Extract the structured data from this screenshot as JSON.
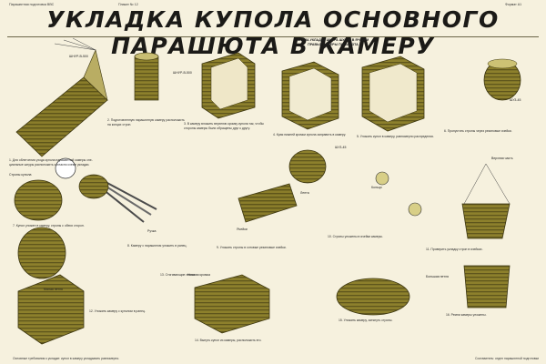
{
  "poster": {
    "header_left": "Парашютная подготовка ВВС",
    "header_mid": "Плакат № 12",
    "header_right": "Формат А1",
    "title": "УКЛАДКА КУПОЛА ОСНОВНОГО ПАРАШЮТА В КАМЕРУ",
    "scheme_heading": "СХЕМА УКЛАДКИ ШНУРА ШУ3-45 В ЯЧЕЙКИ ПРАВЫХ КАМЕРЫ ПАРАШЮТА",
    "captions": [
      "1. Для облегчения ухода купола парашютной камеры спе- циальные шнуры расположить согласно схеме укладки.",
      "2. Подготовленную парашютную камеру расположить на концах строп.",
      "3. В камеру вложить верхнюю кромку купола так, чтобы стороны камеры были обращены друг к другу.",
      "4. Края нижней кромки купола заправить в камеру.",
      "5. Уложить купол в камеру, равномерно распределяя.",
      "6. Пропустить стропы через резиновые ячейки.",
      "7. Купол уложен в камеру, стропы с обеих сторон.",
      "8. Камеру с парашютом уложить в ранец.",
      "9. Уложить стропы в сотовые резиновые ячейки.",
      "10. Стропы уложены в ячейки камеры.",
      "11. Проверить укладку строп в ячейках.",
      "12. Уложить камеру с куполом в ранец.",
      "13. Стягивающие ленты.",
      "14. Вынуть купол из камеры, расположить его.",
      "15. Уложить камеру, затянуть стропы.",
      "16. Ремни камеры уложены."
    ],
    "labels": {
      "shnur_a": "ШНУР-В-500",
      "shnur_b": "ШНУР-В-500",
      "shu_1": "ШУ3-45",
      "shu_2": "ШУ3-45",
      "stropy": "Стропы купола",
      "kamera": "Камера",
      "koltso": "Кольцо",
      "ruchka": "Ручка",
      "lenta": "Лента",
      "yacheyki": "Ячейки",
      "verkh": "Верхняя часть",
      "bolshaya": "Большая петля",
      "malaya": "Малая петля",
      "kromka": "Нижняя кромка"
    },
    "footer_left": "Основные требования к укладке: купол в камеру укладывать равномерно.",
    "footer_right": "Составитель: отдел парашютной подготовки"
  }
}
